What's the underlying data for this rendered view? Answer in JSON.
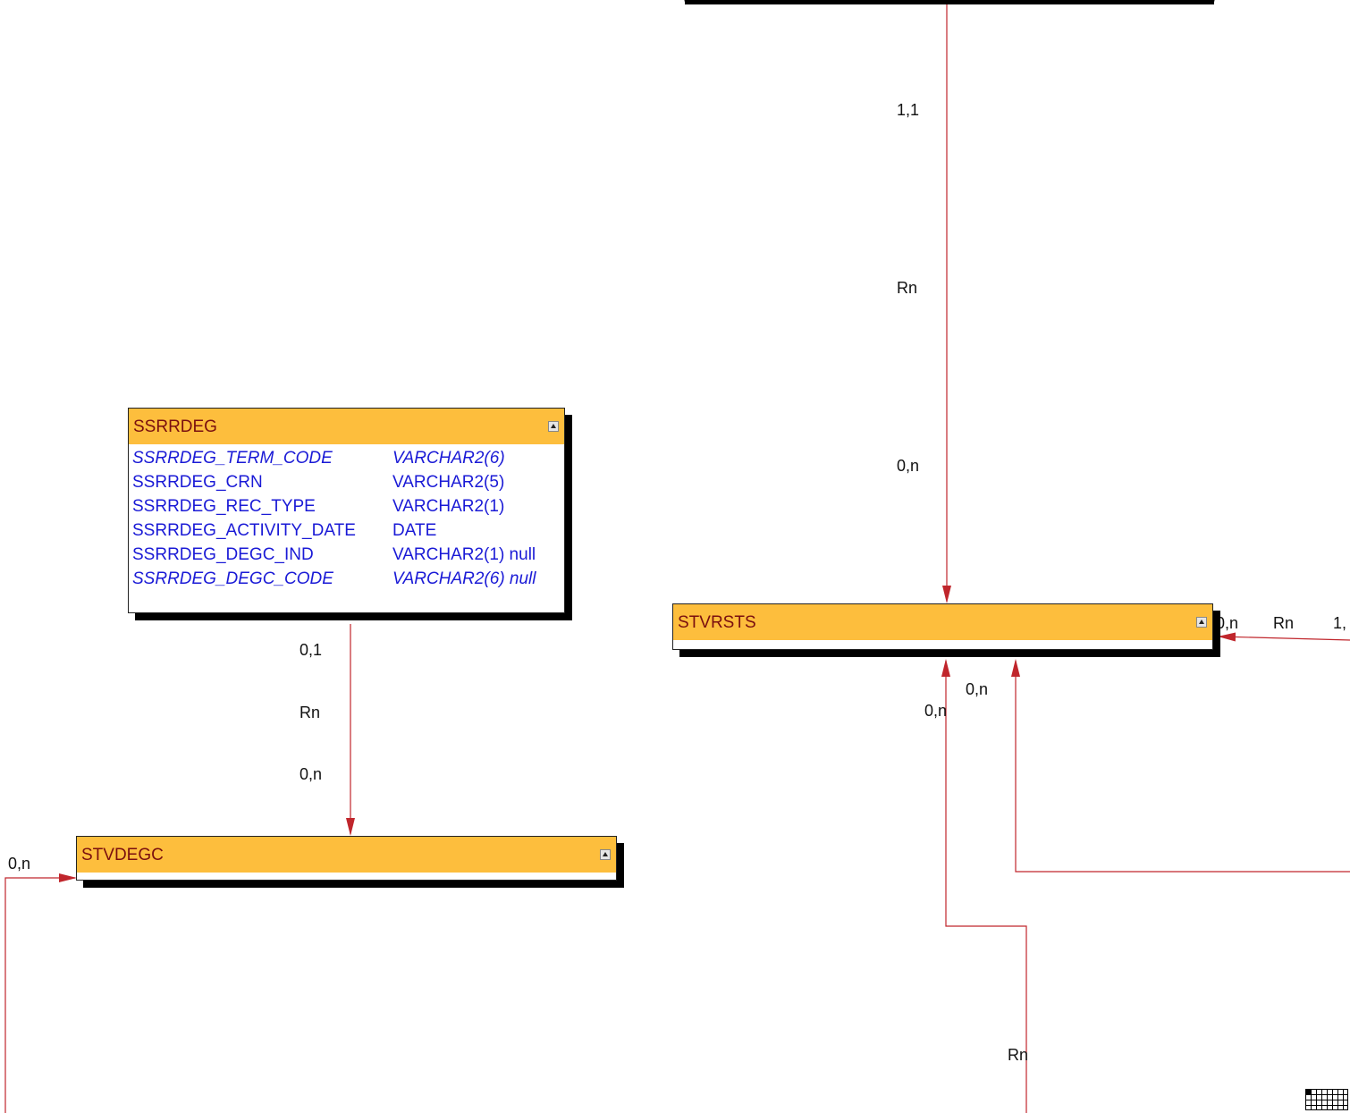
{
  "entities": {
    "ssrrdeg": {
      "name": "SSRRDEG",
      "fields": [
        {
          "name": "SSRRDEG_TERM_CODE",
          "type": "VARCHAR2(6)",
          "key": true
        },
        {
          "name": "SSRRDEG_CRN",
          "type": "VARCHAR2(5)",
          "key": false
        },
        {
          "name": "SSRRDEG_REC_TYPE",
          "type": "VARCHAR2(1)",
          "key": false
        },
        {
          "name": "SSRRDEG_ACTIVITY_DATE",
          "type": "DATE",
          "key": false
        },
        {
          "name": "SSRRDEG_DEGC_IND",
          "type": "VARCHAR2(1) null",
          "key": false
        },
        {
          "name": "SSRRDEG_DEGC_CODE",
          "type": "VARCHAR2(6) null",
          "key": true
        }
      ]
    },
    "stvdegc": {
      "name": "STVDEGC",
      "fields": []
    },
    "stvrsts": {
      "name": "STVRSTS",
      "fields": []
    }
  },
  "relationships": {
    "top_to_stvrsts": {
      "source_cardinality": "1,1",
      "name": "Rn",
      "target_cardinality": "0,n"
    },
    "ssrrdeg_to_stvdegc": {
      "source_cardinality": "0,1",
      "name": "Rn",
      "target_cardinality": "0,n"
    },
    "left_to_stvdegc": {
      "target_cardinality": "0,n"
    },
    "right_to_stvrsts": {
      "target_cardinality": "0,n",
      "name": "Rn",
      "source_cardinality_partial": "1,"
    },
    "bottom_right_to_stvrsts": {
      "target_cardinality": "0,n"
    },
    "bottom_to_stvrsts": {
      "target_cardinality": "0,n",
      "name": "Rn"
    }
  },
  "colors": {
    "header": "#fdbe3d",
    "entity_title": "#7a0f0f",
    "field_text": "#1a1ad6",
    "connector": "#c0262c",
    "shadow": "#000000"
  },
  "icons": {
    "collapse": "collapse-icon",
    "grid": "grid-icon"
  }
}
